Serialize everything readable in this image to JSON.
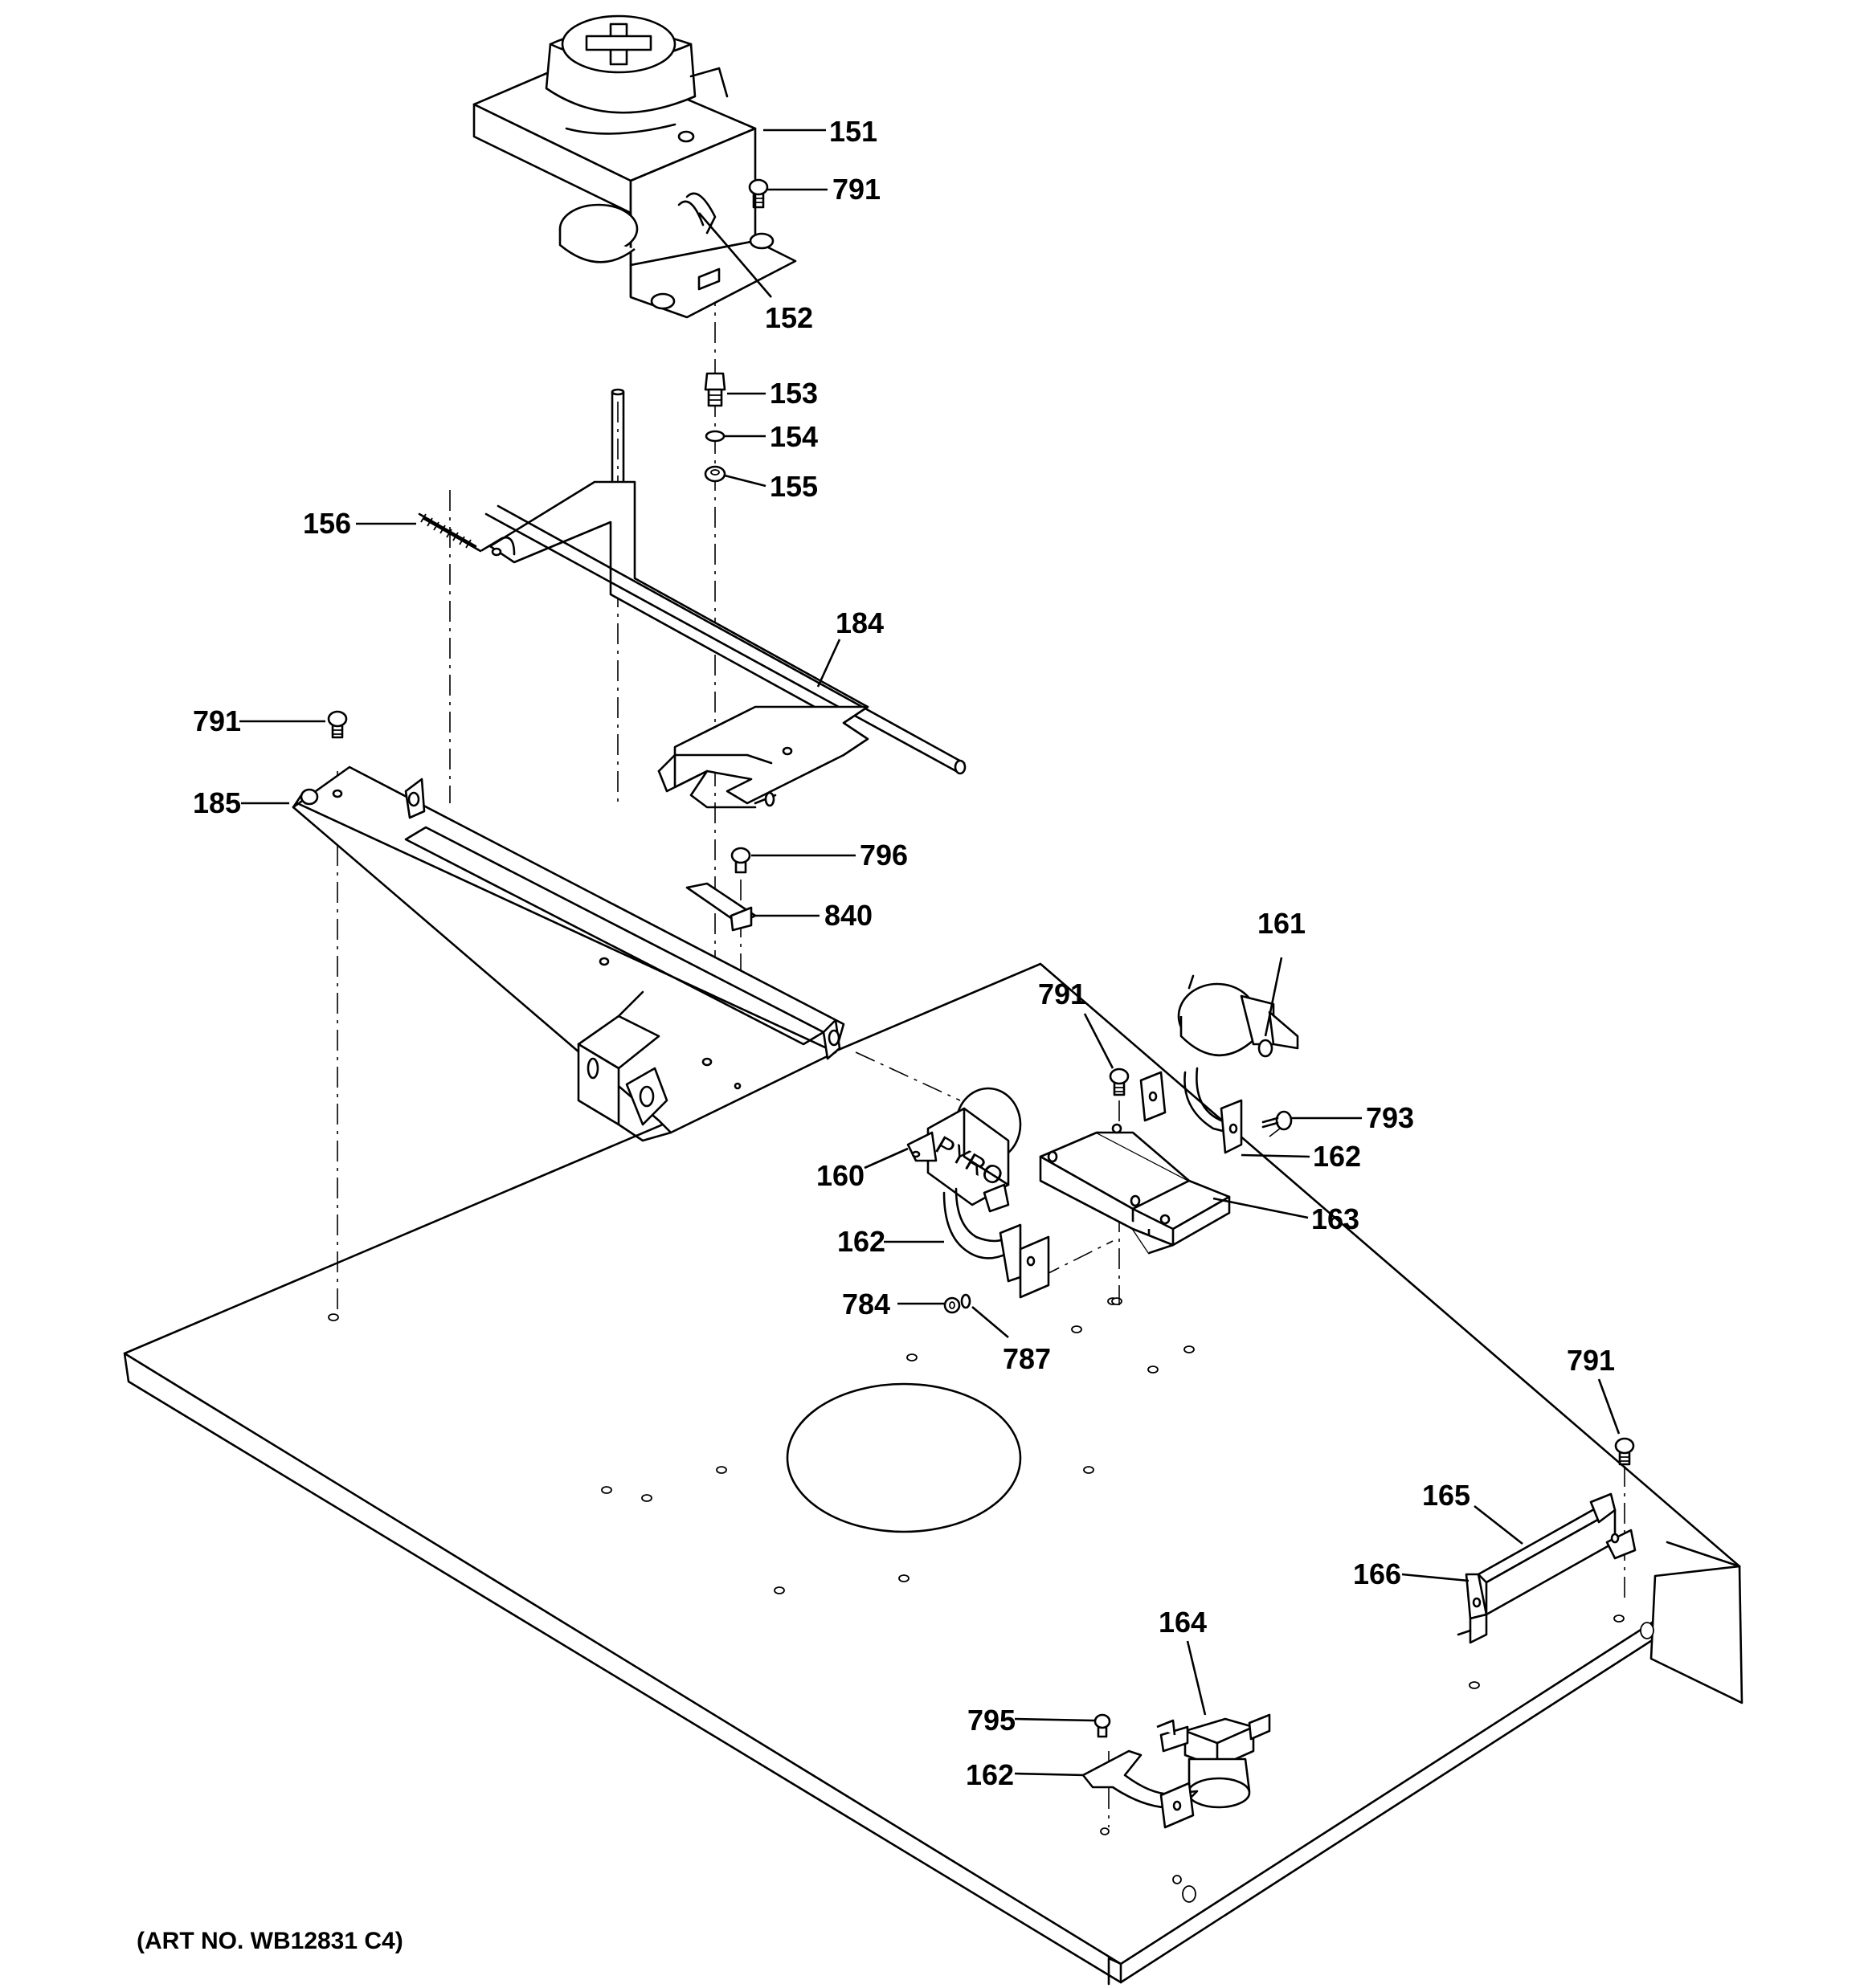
{
  "art_number": "(ART NO. WB12831 C4)",
  "callouts": [
    {
      "id": "lbl-151",
      "text": "151"
    },
    {
      "id": "lbl-791-a",
      "text": "791"
    },
    {
      "id": "lbl-152",
      "text": "152"
    },
    {
      "id": "lbl-153",
      "text": "153"
    },
    {
      "id": "lbl-154",
      "text": "154"
    },
    {
      "id": "lbl-155",
      "text": "155"
    },
    {
      "id": "lbl-156",
      "text": "156"
    },
    {
      "id": "lbl-184",
      "text": "184"
    },
    {
      "id": "lbl-791-b",
      "text": "791"
    },
    {
      "id": "lbl-185",
      "text": "185"
    },
    {
      "id": "lbl-796",
      "text": "796"
    },
    {
      "id": "lbl-840",
      "text": "840"
    },
    {
      "id": "lbl-161",
      "text": "161"
    },
    {
      "id": "lbl-791-c",
      "text": "791"
    },
    {
      "id": "lbl-793",
      "text": "793"
    },
    {
      "id": "lbl-162-a",
      "text": "162"
    },
    {
      "id": "lbl-160",
      "text": "160"
    },
    {
      "id": "lbl-163",
      "text": "163"
    },
    {
      "id": "lbl-162-b",
      "text": "162"
    },
    {
      "id": "lbl-784",
      "text": "784"
    },
    {
      "id": "lbl-787",
      "text": "787"
    },
    {
      "id": "lbl-791-d",
      "text": "791"
    },
    {
      "id": "lbl-165",
      "text": "165"
    },
    {
      "id": "lbl-166",
      "text": "166"
    },
    {
      "id": "lbl-164",
      "text": "164"
    },
    {
      "id": "lbl-795",
      "text": "795"
    },
    {
      "id": "lbl-162-c",
      "text": "162"
    }
  ],
  "thermostat_marking": "PYRO"
}
